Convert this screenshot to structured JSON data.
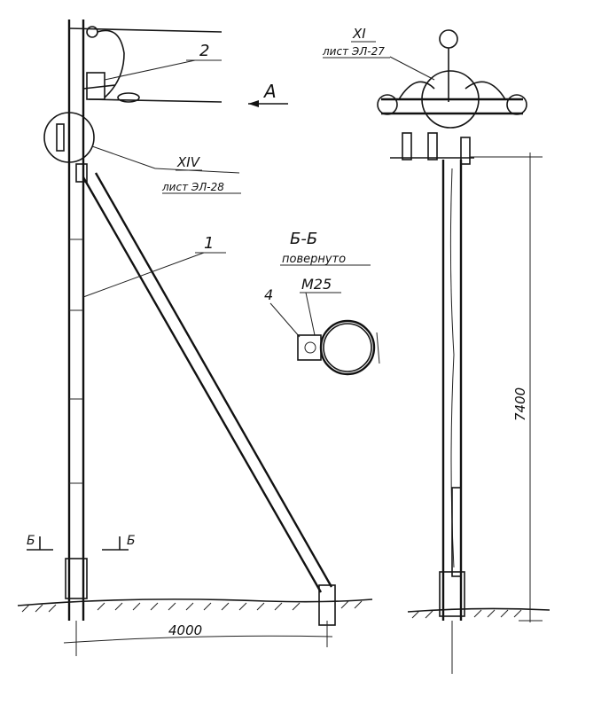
{
  "drawing": {
    "callouts": {
      "detail_xi": "XI",
      "sheet_xi": "лист ЭЛ-27",
      "detail_xiv": "XIV",
      "sheet_xiv": "лист ЭЛ-28",
      "item_1": "1",
      "item_2": "2",
      "item_4": "4",
      "view_a": "A"
    },
    "section": {
      "title": "Б-Б",
      "subtitle": "повернуто",
      "bolt": "M25",
      "mark_left": "Б",
      "mark_right": "Б"
    },
    "dimensions": {
      "base_width": "4000",
      "height": "7400"
    }
  }
}
